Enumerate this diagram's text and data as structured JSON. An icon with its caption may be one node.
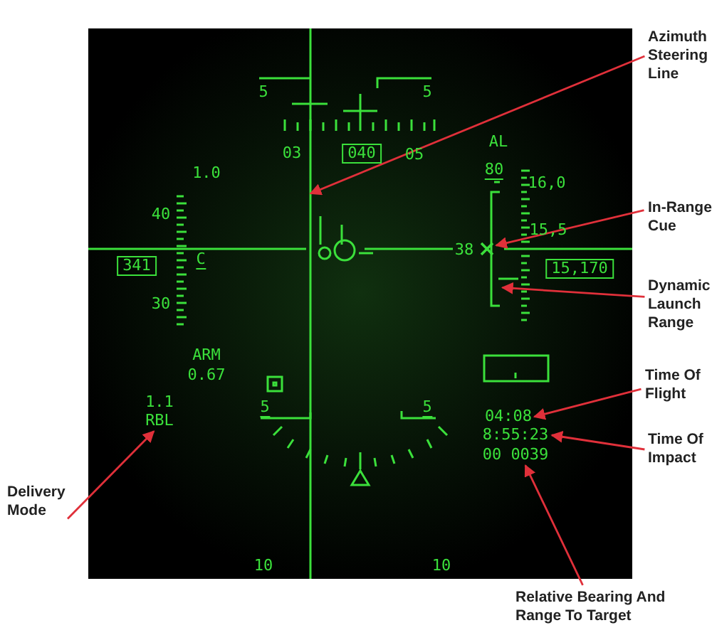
{
  "diagram": {
    "nodes": [
      {
        "text": [
          "Azimuth Steering Line"
        ]
      },
      {
        "text": [],
        "shape": "line"
      },
      {
        "text": [
          "In-Range Cue"
        ]
      },
      {
        "text": [],
        "shape": "cross"
      },
      {
        "text": [
          "Dynamic Launch Range"
        ]
      },
      {
        "text": [],
        "shape": "bracket"
      },
      {
        "text": [
          "Time Of Flight"
        ]
      },
      {
        "text": [
          "04:08"
        ]
      },
      {
        "text": [
          "Time Of Impact"
        ]
      },
      {
        "text": [
          "8:55:23"
        ]
      },
      {
        "text": [
          "Relative Bearing And Range To Target"
        ]
      },
      {
        "text": [
          "00 0039"
        ]
      },
      {
        "text": [
          "Delivery Mode"
        ]
      },
      {
        "text": [
          "RBL"
        ]
      }
    ],
    "edges": [
      {
        "from": 0,
        "to": 1,
        "arrow": "to"
      },
      {
        "from": 2,
        "to": 3,
        "arrow": "to"
      },
      {
        "from": 4,
        "to": 5,
        "arrow": "to"
      },
      {
        "from": 6,
        "to": 7,
        "arrow": "to"
      },
      {
        "from": 8,
        "to": 9,
        "arrow": "to"
      },
      {
        "from": 10,
        "to": 11,
        "arrow": "to"
      },
      {
        "from": 12,
        "to": 13,
        "arrow": "to"
      }
    ],
    "labels": [
      "5",
      "5",
      "03",
      "040",
      "05",
      "AL",
      "1.0",
      "80",
      "40",
      "16,0",
      "C",
      "38",
      "15,5",
      "341",
      "15,170",
      "30",
      "ARM",
      "0.67",
      "1.1",
      "5",
      "5",
      "10",
      "10"
    ]
  }
}
